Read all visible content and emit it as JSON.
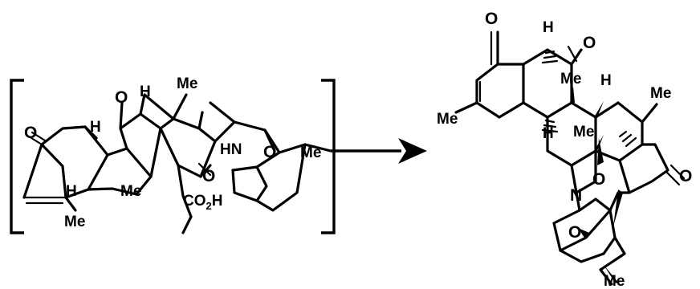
{
  "intermediate": {
    "atoms": {
      "ketone_o": "O",
      "h_upper_left": "H",
      "ketone_o_mid": "O",
      "h_top": "H",
      "me_top": "Me",
      "h_lower_left": "H",
      "me_mid": "Me",
      "me_bottom": "Me",
      "nh": "HN",
      "ketal_o": "O",
      "me_right": "Me",
      "amide_o": "O",
      "acid_co": "CO",
      "acid_sub": "2",
      "acid_h": "H"
    }
  },
  "product": {
    "atoms": {
      "enone_o": "O",
      "h_ring_top": "H",
      "ketone_o_right": "O",
      "me_axial": "Me",
      "h_mid": "H",
      "me_mid_right": "Me",
      "me_left": "Me",
      "h_ring_bottom": "H",
      "me_center": "Me",
      "lactone_o": "O",
      "ether_o": "O",
      "n": "N",
      "bridge_o": "O",
      "me_bottom": "Me"
    }
  }
}
